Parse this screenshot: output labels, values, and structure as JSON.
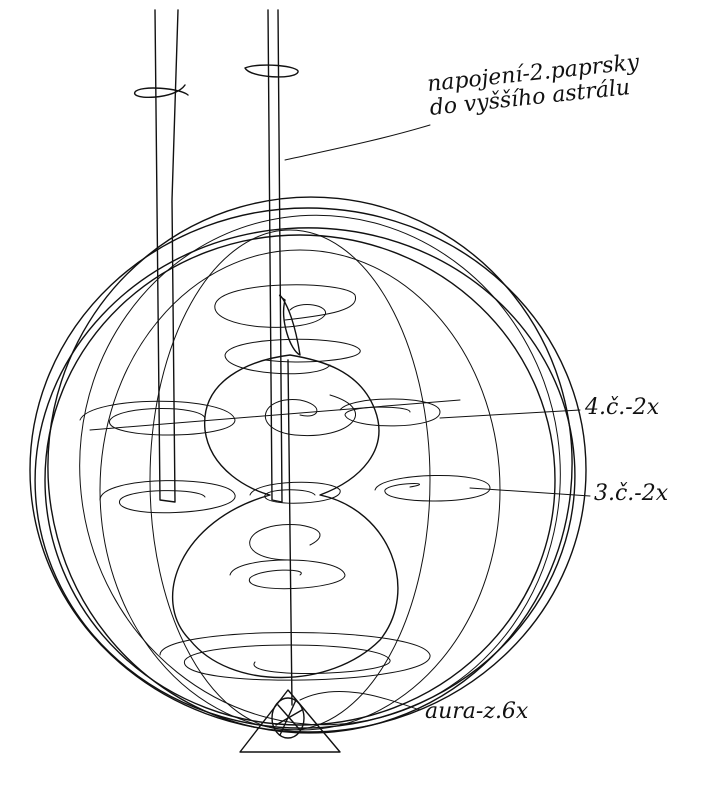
{
  "labels": {
    "rays": [
      "napojení-2.paprsky",
      "do vyššího astrálu"
    ],
    "chakra4": "4.č.-2x",
    "chakra3": "3.č.-2x",
    "aura": "aura-z.6x"
  },
  "colors": {
    "ink": "#111111",
    "paper": "#ffffff"
  }
}
